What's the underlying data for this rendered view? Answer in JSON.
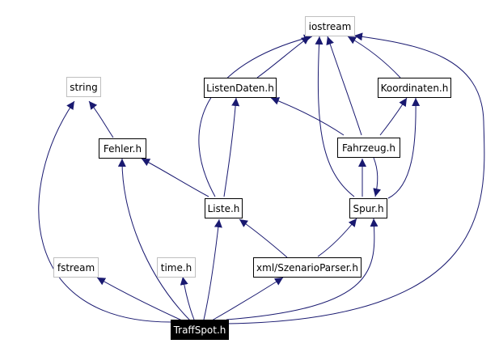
{
  "colors": {
    "edge": "#191970",
    "node_border": "#000000",
    "system_border": "#bfbfbf",
    "root_fill": "#000000",
    "root_text": "#ffffff"
  },
  "nodes": {
    "iostream": "iostream",
    "string": "string",
    "listendaten": "ListenDaten.h",
    "koordinaten": "Koordinaten.h",
    "fehler": "Fehler.h",
    "fahrzeug": "Fahrzeug.h",
    "liste": "Liste.h",
    "spur": "Spur.h",
    "fstream": "fstream",
    "time": "time.h",
    "szenario": "xml/SzenarioParser.h",
    "traffspot": "TraffSpot.h"
  }
}
